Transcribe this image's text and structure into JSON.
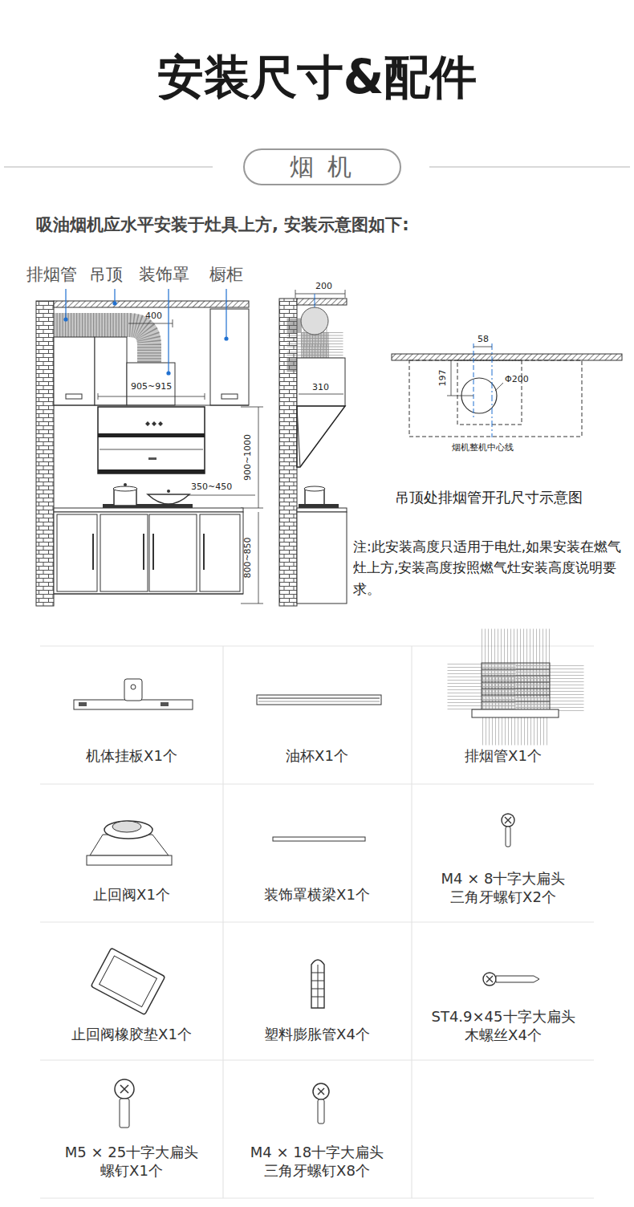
{
  "diagram": {
    "title": "安装尺寸&配件",
    "nodes": [
      {
        "text": [
          "烟 机"
        ]
      }
    ],
    "labels": [
      "吸油烟机应水平安装于灶具上方, 安装示意图如下:",
      "排烟管",
      "吊顶",
      "装饰罩",
      "橱柜",
      "400",
      "905~915",
      "900~1000",
      "350~450",
      "800~850",
      "200",
      "310",
      "58",
      "197",
      "Φ200",
      "烟机整机中心线",
      "吊顶处排烟管开孔尺寸示意图",
      "注:此安装高度只适用于电灶,如果安装在燃气灶上方,安装高度按照燃气灶安装高度说明要求。",
      "机体挂板X1个",
      "油杯X1个",
      "排烟管X1个",
      "止回阀X1个",
      "装饰罩横梁X1个",
      "M4 × 8十字大扁头 三角牙螺钉X2个",
      "止回阀橡胶垫X1个",
      "塑料膨胀管X4个",
      "ST4.9×45十字大扁头 木螺丝X4个",
      "M5 × 25十字大扁头 螺钉X1个",
      "M4 × 18十字大扁头 三角牙螺钉X8个"
    ]
  }
}
